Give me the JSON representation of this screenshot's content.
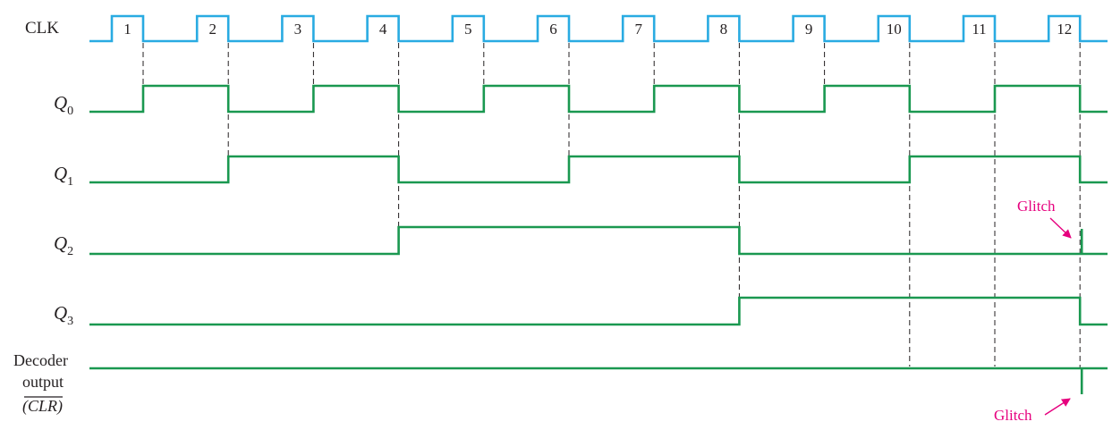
{
  "colors": {
    "clock": "#29abe2",
    "signal": "#1a9850",
    "annotation": "#e6007e",
    "text": "#231f20",
    "dash": "#231f20"
  },
  "signals": {
    "clk": "CLK",
    "q0": {
      "letter": "Q",
      "sub": "0"
    },
    "q1": {
      "letter": "Q",
      "sub": "1"
    },
    "q2": {
      "letter": "Q",
      "sub": "2"
    },
    "q3": {
      "letter": "Q",
      "sub": "3"
    },
    "decoder": {
      "line1": "Decoder",
      "line2": "output",
      "line3": "(CLR)"
    }
  },
  "pulses": [
    "1",
    "2",
    "3",
    "4",
    "5",
    "6",
    "7",
    "8",
    "9",
    "10",
    "11",
    "12"
  ],
  "waveforms": {
    "q0": [
      0,
      1,
      0,
      1,
      0,
      1,
      0,
      1,
      0,
      1,
      0,
      1,
      0
    ],
    "q1": [
      0,
      0,
      1,
      1,
      0,
      0,
      1,
      1,
      0,
      0,
      1,
      1,
      0
    ],
    "q2": [
      0,
      0,
      0,
      0,
      1,
      1,
      1,
      1,
      0,
      0,
      0,
      0,
      0
    ],
    "q3": [
      0,
      0,
      0,
      0,
      0,
      0,
      0,
      0,
      1,
      1,
      1,
      1,
      0
    ],
    "decoder_glitch_after_pulse": 12,
    "q2_glitch_after_pulse": 12
  },
  "dashed_after_pulses": [
    1,
    2,
    3,
    4,
    5,
    6,
    7,
    8,
    9,
    10,
    11,
    12
  ],
  "annotations": {
    "glitch_top": "Glitch",
    "glitch_bottom": "Glitch"
  }
}
